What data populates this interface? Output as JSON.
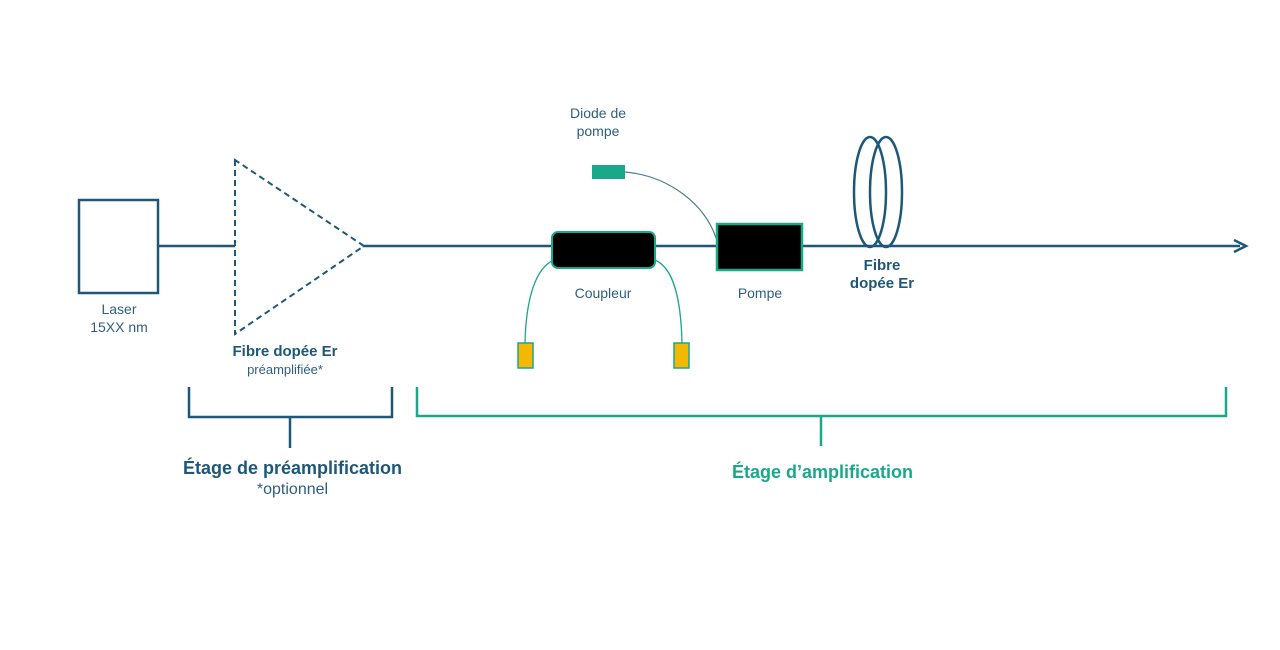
{
  "colors": {
    "navy": "#1d5878",
    "teal": "#1aa88a",
    "yellow": "#f5b800",
    "black": "#000000"
  },
  "components": {
    "laser": {
      "line1": "Laser",
      "line2": "15XX nm"
    },
    "preamp_fiber": {
      "title": "Fibre dopée Er",
      "subtitle": "préamplifiée*"
    },
    "pump_diode": {
      "line1": "Diode de",
      "line2": "pompe"
    },
    "coupler": {
      "label": "Coupleur"
    },
    "pump": {
      "label": "Pompe"
    },
    "doped_fiber": {
      "line1": "Fibre",
      "line2": "dopée Er"
    }
  },
  "stages": {
    "preamplification": {
      "title": "Étage de préamplification",
      "note": "*optionnel"
    },
    "amplification": {
      "title": "Étage d’amplification"
    }
  }
}
